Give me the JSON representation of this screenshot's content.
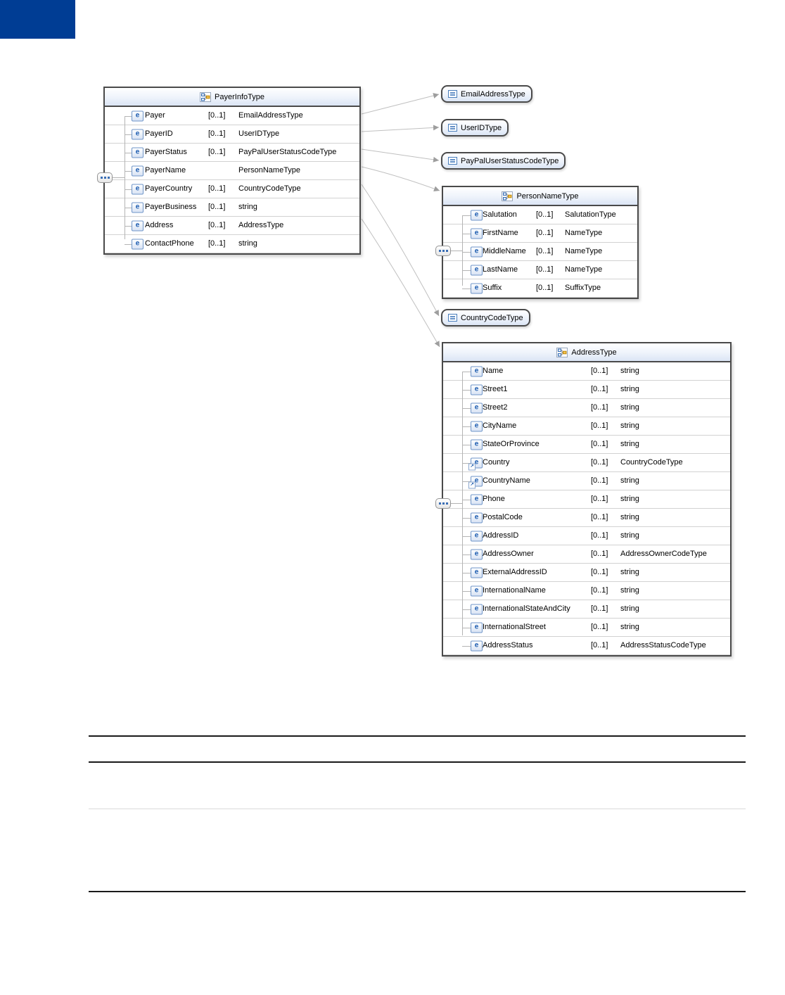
{
  "page": {
    "accent_block_color": "#003d94",
    "rule_dark_color": "#1a1a1a",
    "rule_light_color": "#d9d9d9",
    "footer_rule_count": 4
  },
  "icons": {
    "complex_type_icon": "hierarchy-diagram-glyph",
    "simple_type_icon": "box-with-lines-glyph",
    "element_icon": "blue-e-box",
    "sequence_icon": "three-blue-dots-pill",
    "reference_icon": "small-arrow-overlay"
  },
  "diagram": {
    "complex_boxes": [
      {
        "id": "payerinfo",
        "title": "PayerInfoType",
        "rows": [
          {
            "name": "Payer",
            "card": "[0..1]",
            "type": "EmailAddressType"
          },
          {
            "name": "PayerID",
            "card": "[0..1]",
            "type": "UserIDType"
          },
          {
            "name": "PayerStatus",
            "card": "[0..1]",
            "type": "PayPalUserStatusCodeType"
          },
          {
            "name": "PayerName",
            "card": "",
            "type": "PersonNameType"
          },
          {
            "name": "PayerCountry",
            "card": "[0..1]",
            "type": "CountryCodeType"
          },
          {
            "name": "PayerBusiness",
            "card": "[0..1]",
            "type": "string"
          },
          {
            "name": "Address",
            "card": "[0..1]",
            "type": "AddressType"
          },
          {
            "name": "ContactPhone",
            "card": "[0..1]",
            "type": "string"
          }
        ]
      },
      {
        "id": "personname",
        "title": "PersonNameType",
        "rows": [
          {
            "name": "Salutation",
            "card": "[0..1]",
            "type": "SalutationType"
          },
          {
            "name": "FirstName",
            "card": "[0..1]",
            "type": "NameType"
          },
          {
            "name": "MiddleName",
            "card": "[0..1]",
            "type": "NameType"
          },
          {
            "name": "LastName",
            "card": "[0..1]",
            "type": "NameType"
          },
          {
            "name": "Suffix",
            "card": "[0..1]",
            "type": "SuffixType"
          }
        ]
      },
      {
        "id": "address",
        "title": "AddressType",
        "rows": [
          {
            "name": "Name",
            "card": "[0..1]",
            "type": "string"
          },
          {
            "name": "Street1",
            "card": "[0..1]",
            "type": "string"
          },
          {
            "name": "Street2",
            "card": "[0..1]",
            "type": "string"
          },
          {
            "name": "CityName",
            "card": "[0..1]",
            "type": "string"
          },
          {
            "name": "StateOrProvince",
            "card": "[0..1]",
            "type": "string"
          },
          {
            "name": "Country",
            "card": "[0..1]",
            "type": "CountryCodeType",
            "ref": true
          },
          {
            "name": "CountryName",
            "card": "[0..1]",
            "type": "string",
            "ref": true
          },
          {
            "name": "Phone",
            "card": "[0..1]",
            "type": "string"
          },
          {
            "name": "PostalCode",
            "card": "[0..1]",
            "type": "string"
          },
          {
            "name": "AddressID",
            "card": "[0..1]",
            "type": "string"
          },
          {
            "name": "AddressOwner",
            "card": "[0..1]",
            "type": "AddressOwnerCodeType"
          },
          {
            "name": "ExternalAddressID",
            "card": "[0..1]",
            "type": "string"
          },
          {
            "name": "InternationalName",
            "card": "[0..1]",
            "type": "string"
          },
          {
            "name": "InternationalStateAndCity",
            "card": "[0..1]",
            "type": "string"
          },
          {
            "name": "InternationalStreet",
            "card": "[0..1]",
            "type": "string"
          },
          {
            "name": "AddressStatus",
            "card": "[0..1]",
            "type": "AddressStatusCodeType"
          }
        ]
      }
    ],
    "simple_boxes": [
      {
        "id": "email",
        "label": "EmailAddressType"
      },
      {
        "id": "userid",
        "label": "UserIDType"
      },
      {
        "id": "paypalstatus",
        "label": "PayPalUserStatusCodeType"
      },
      {
        "id": "countrycode",
        "label": "CountryCodeType"
      }
    ],
    "connectors": [
      {
        "from": "PayerInfoType.Payer",
        "to": "EmailAddressType"
      },
      {
        "from": "PayerInfoType.PayerID",
        "to": "UserIDType"
      },
      {
        "from": "PayerInfoType.PayerStatus",
        "to": "PayPalUserStatusCodeType"
      },
      {
        "from": "PayerInfoType.PayerName",
        "to": "PersonNameType"
      },
      {
        "from": "PayerInfoType.PayerCountry",
        "to": "CountryCodeType"
      },
      {
        "from": "PayerInfoType.Address",
        "to": "AddressType"
      }
    ]
  }
}
